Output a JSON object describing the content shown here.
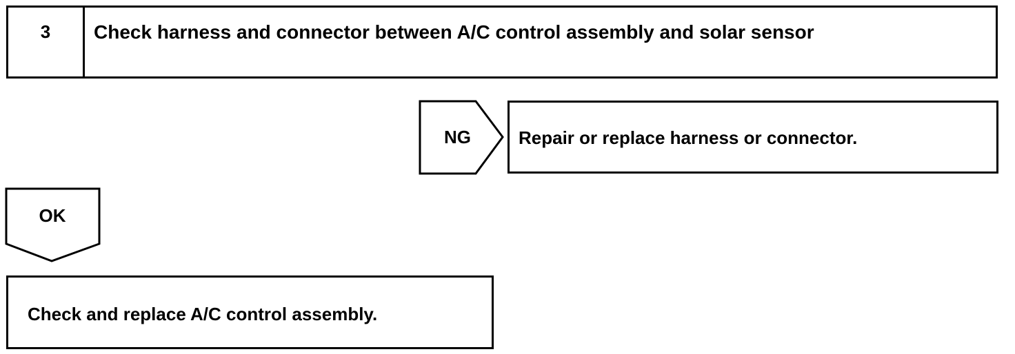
{
  "step": {
    "number": "3",
    "title": "Check harness and connector between A/C control assembly and solar sensor"
  },
  "ng_branch": {
    "label": "NG",
    "result": "Repair or replace harness or connector."
  },
  "ok_branch": {
    "label": "OK",
    "result": "Check and replace A/C control assembly."
  }
}
